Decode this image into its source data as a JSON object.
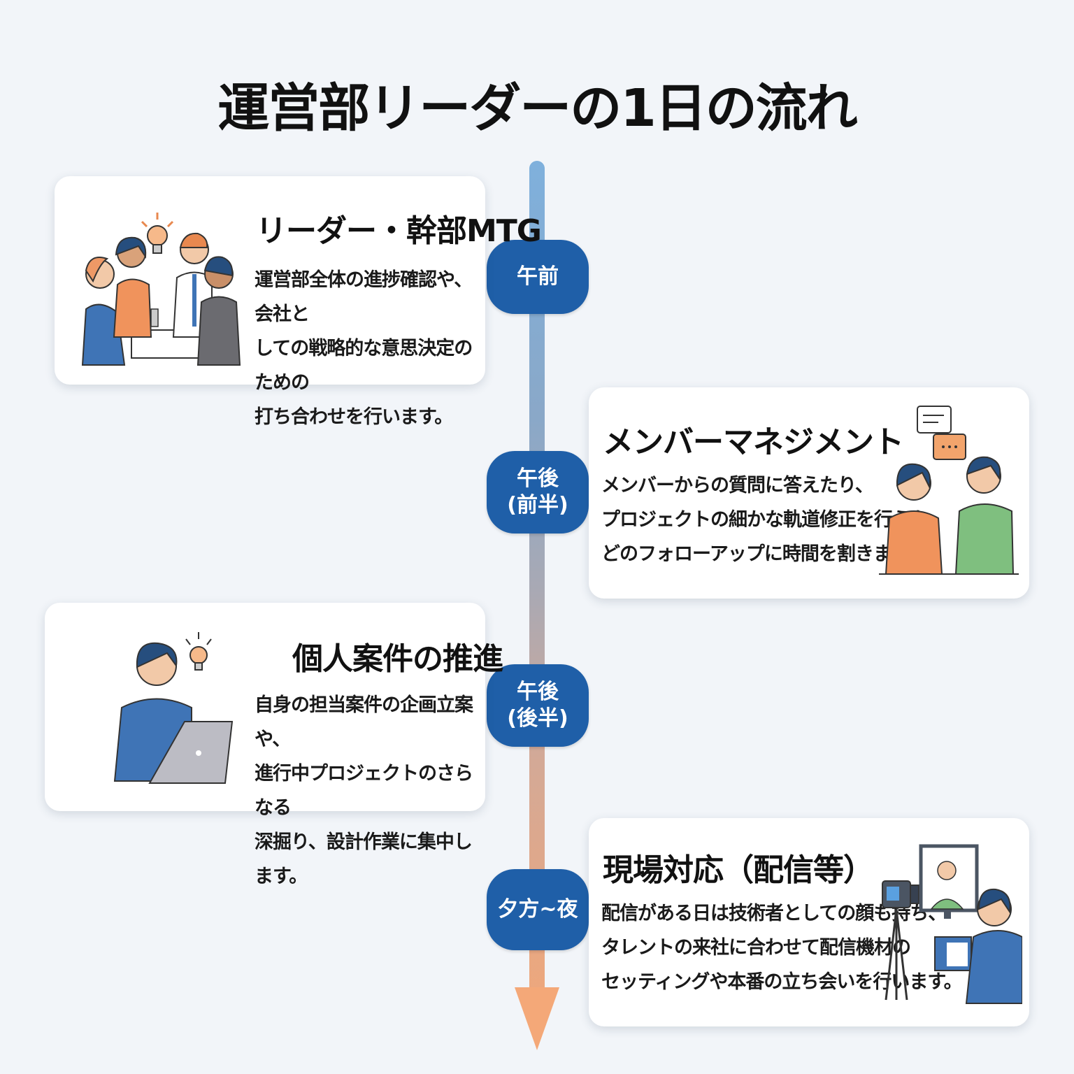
{
  "title": "運営部リーダーの1日の流れ",
  "colors": {
    "pill": "#1f5fa8",
    "arrow_top": "#7fb0dc",
    "arrow_bottom": "#f4a878",
    "background": "#f2f5f9"
  },
  "timeline": [
    {
      "label_line1": "午前",
      "label_line2": ""
    },
    {
      "label_line1": "午後",
      "label_line2": "(前半)"
    },
    {
      "label_line1": "午後",
      "label_line2": "(後半)"
    },
    {
      "label_line1": "夕方~夜",
      "label_line2": ""
    }
  ],
  "cards": [
    {
      "title": "リーダー・幹部MTG",
      "lines": [
        "運営部全体の進捗確認や、会社と",
        "しての戦略的な意思決定のための",
        "打ち合わせを行います。"
      ],
      "illustration": "team-meeting-illustration"
    },
    {
      "title": "メンバーマネジメント",
      "lines": [
        "メンバーからの質問に答えたり、",
        "プロジェクトの細かな軌道修正を行うな",
        "どのフォローアップに時間を割きます。"
      ],
      "illustration": "mentoring-conversation-illustration"
    },
    {
      "title": "個人案件の推進",
      "lines": [
        "自身の担当案件の企画立案や、",
        "進行中プロジェクトのさらなる",
        "深掘り、設計作業に集中します。"
      ],
      "illustration": "laptop-work-illustration"
    },
    {
      "title": "現場対応（配信等）",
      "lines": [
        "配信がある日は技術者としての顔も持ち、",
        "タレントの来社に合わせて配信機材の",
        "セッティングや本番の立ち会いを行います。"
      ],
      "illustration": "streaming-setup-illustration"
    }
  ]
}
